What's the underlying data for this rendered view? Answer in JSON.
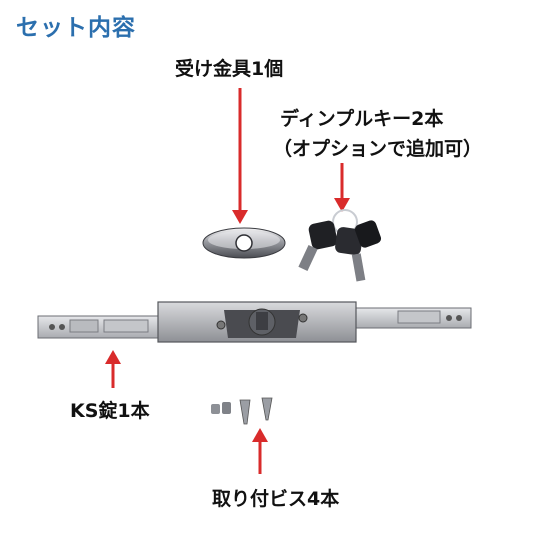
{
  "title": "セット内容",
  "labels": {
    "receiver": "受け金具1個",
    "keys_line1": "ディンプルキー2本",
    "keys_line2": "（オプションで追加可）",
    "lock": "KS錠1本",
    "screws": "取り付ビス4本"
  },
  "colors": {
    "title": "#2b6fae",
    "arrow": "#d92b2b",
    "metal": "#c8c8cc"
  }
}
